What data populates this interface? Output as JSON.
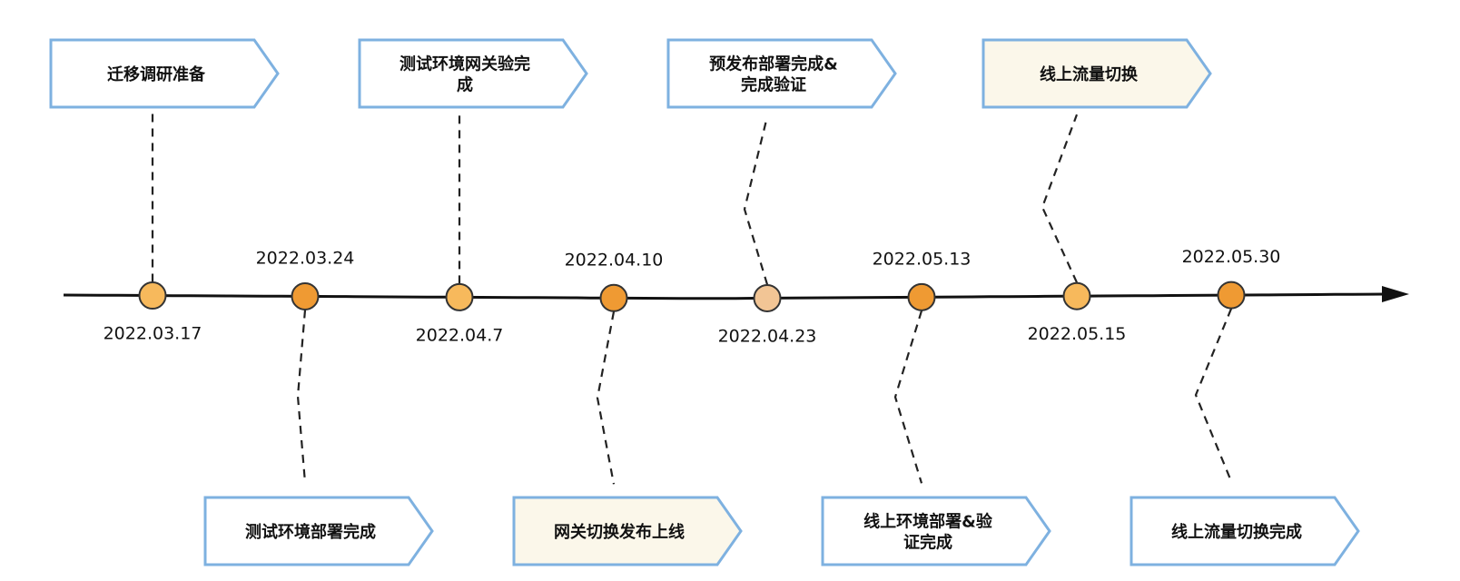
{
  "colors": {
    "axis": "#111111",
    "box_border": "#7eb1e0",
    "box_fill": "#ffffff",
    "box_fill_highlight": "#fbf7ea",
    "dot_light": "#f7b95c",
    "dot_dark": "#ef9a33",
    "dot_pale": "#f2c595",
    "dot_stroke": "#333333"
  },
  "milestones": [
    {
      "id": "m1",
      "date": "2022.03.17",
      "label": [
        "迁移调研准备"
      ],
      "dot": "dot_light",
      "highlight": false
    },
    {
      "id": "m2",
      "date": "2022.03.24",
      "label": [
        "测试环境部署完成"
      ],
      "dot": "dot_dark",
      "highlight": false
    },
    {
      "id": "m3",
      "date": "2022.04.7",
      "label": [
        "测试环境网关验完",
        "成"
      ],
      "dot": "dot_light",
      "highlight": false
    },
    {
      "id": "m4",
      "date": "2022.04.10",
      "label": [
        "网关切换发布上线"
      ],
      "dot": "dot_dark",
      "highlight": true
    },
    {
      "id": "m5",
      "date": "2022.04.23",
      "label": [
        "预发布部署完成&",
        "完成验证"
      ],
      "dot": "dot_pale",
      "highlight": false
    },
    {
      "id": "m6",
      "date": "2022.05.13",
      "label": [
        "线上环境部署&验",
        "证完成"
      ],
      "dot": "dot_dark",
      "highlight": false
    },
    {
      "id": "m7",
      "date": "2022.05.15",
      "label": [
        "线上流量切换"
      ],
      "dot": "dot_light",
      "highlight": true
    },
    {
      "id": "m8",
      "date": "2022.05.30",
      "label": [
        "线上流量切换完成"
      ],
      "dot": "dot_dark",
      "highlight": false
    }
  ]
}
